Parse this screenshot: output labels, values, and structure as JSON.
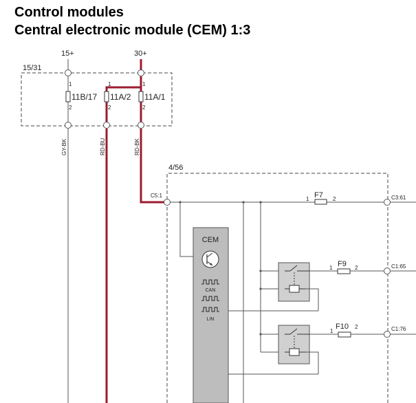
{
  "header": {
    "line1": "Control modules",
    "line2": "Central electronic module (CEM) 1:3"
  },
  "supply": {
    "t15": "15+",
    "t30": "30+"
  },
  "fuse_box": {
    "id": "15/31",
    "fuses": [
      {
        "label": "11B/17",
        "pin_top": "1",
        "pin_bottom": "2"
      },
      {
        "label": "11A/2",
        "pin_top": "1",
        "pin_bottom": "2"
      },
      {
        "label": "11A/1",
        "pin_top": "1",
        "pin_bottom": "2"
      }
    ]
  },
  "wires": {
    "w1": "GY-BK",
    "w2": "RD-BU",
    "w3": "RD-BK"
  },
  "module_box": {
    "id": "4/56",
    "input_connector": "C5:1",
    "cem_label": "CEM",
    "can_label": "CAN",
    "lin_label": "LIN",
    "fuses": [
      {
        "label": "F7",
        "pin_left": "1",
        "pin_right": "2",
        "connector": "C3:61"
      },
      {
        "label": "F9",
        "pin_left": "1",
        "pin_right": "2",
        "connector": "C1:65"
      },
      {
        "label": "F10",
        "pin_left": "1",
        "pin_right": "2",
        "connector": "C1:76"
      }
    ]
  },
  "colors": {
    "power_wire": "#9b1b30",
    "signal_wire": "#555555",
    "cem_fill": "#bdbdbd",
    "relay_fill": "#d0d0d0",
    "dash": "#444444"
  }
}
